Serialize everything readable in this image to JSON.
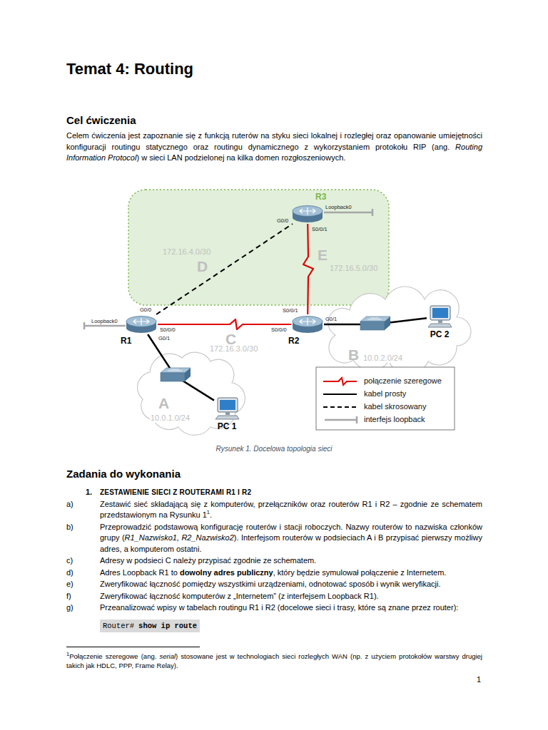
{
  "diagram": {
    "title": "Temat 4: Routing",
    "caption": "Rysunek 1. Docelowa topologia sieci",
    "nodes": [
      {
        "text": [
          "R3"
        ]
      },
      {
        "text": [
          "R1"
        ]
      },
      {
        "text": [
          "R2"
        ]
      },
      {
        "text": [
          "PC 1"
        ]
      },
      {
        "text": [
          "PC 2"
        ]
      }
    ],
    "edges": [
      {
        "from": 1,
        "to": 0,
        "arrow": "none",
        "label": "D"
      },
      {
        "from": 0,
        "to": 2,
        "arrow": "none",
        "label": "E"
      },
      {
        "from": 1,
        "to": 2,
        "arrow": "none",
        "label": "C"
      },
      {
        "from": 1,
        "to": 3,
        "arrow": "none"
      },
      {
        "from": 2,
        "to": 4,
        "arrow": "none"
      }
    ],
    "labels": [
      "Cel ćwiczenia",
      "Celem ćwiczenia jest zapoznanie się z funkcją ruterów na styku sieci lokalnej i rozległej oraz opanowanie umiejętności konfiguracji routingu statycznego oraz routingu dynamicznego z wykorzystaniem protokołu RIP (ang. ",
      "Routing Information Protocol",
      ") w sieci LAN podzielonej na kilka domen rozgłoszeniowych.",
      "Zadania do wykonania",
      "1.",
      "ZESTAWIENIE SIECI Z ROUTERAMI R1 I R2",
      "a)",
      "Zestawić sieć składającą się z komputerów, przełączników oraz routerów R1 i R2 – zgodnie ze schematem przedstawionym na Rysunku 1",
      "1",
      ".",
      "b)",
      "Przeprowadzić podstawową konfigurację routerów i stacji roboczych. Nazwy routerów to nazwiska członków grupy (",
      "R1_Nazwisko1, R2_Nazwisko2",
      "). Interfejsom routerów w podsieciach A i B przypisać pierwszy możliwy adres, a komputerom ostatni.",
      "c)",
      "Adresy w podsieci C należy przypisać zgodnie ze schematem.",
      "d)",
      "Adres Loopback R1 to ",
      "dowolny adres publiczny",
      ", który będzie symulował połączenie z Internetem.",
      "e)",
      "Zweryfikować łączność pomiędzy wszystkimi urządzeniami, odnotować sposób i wynik weryfikacji.",
      "f)",
      "Zweryfikować łączność komputerów z „Internetem” (z interfejsem Loopback R1).",
      "g)",
      "Przeanalizować wpisy w tabelach routingu R1 i R2 (docelowe sieci i trasy, które są znane przez router):",
      "Router#",
      "show ip route",
      "1",
      "Połączenie szeregowe (ang. ",
      "serial",
      ") stosowane jest w technologiach sieci rozległych WAN (np. z użyciem protokołów warstwy drugiej takich jak HDLC, PPP, Frame Relay).",
      "1",
      "Loopback0",
      "G0/0",
      "S0/0/1",
      "172.16.4.0/30",
      "172.16.5.0/30",
      "S0/0/1",
      "G0/0",
      "Loopback0",
      "S0/0/0",
      "G0/1",
      "S0/0/0",
      "G0/1",
      "172.16.3.0/30",
      "A",
      "10.0.1.0/24",
      "B",
      "10.0.2.0/24"
    ],
    "legend": [
      {
        "text": "połączenie szeregowe"
      },
      {
        "text": "kabel prosty"
      },
      {
        "text": "kabel skrosowany"
      },
      {
        "text": "interfejs loopback"
      }
    ]
  }
}
